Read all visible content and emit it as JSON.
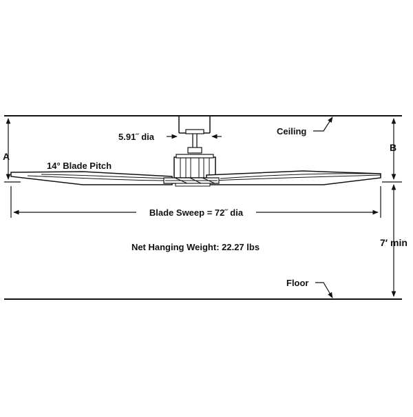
{
  "labels": {
    "dim_a": "A",
    "dim_b": "B",
    "downrod_dia": "5.91˝ dia",
    "blade_pitch": "14° Blade Pitch",
    "blade_sweep": "Blade Sweep = 72˝ dia",
    "ceiling": "Ceiling",
    "floor": "Floor",
    "net_weight": "Net Hanging Weight: 22.27 lbs",
    "min_height": "7′ min"
  },
  "colors": {
    "line": "#111111",
    "blade_fill": "#ffffff",
    "background": "#ffffff"
  }
}
